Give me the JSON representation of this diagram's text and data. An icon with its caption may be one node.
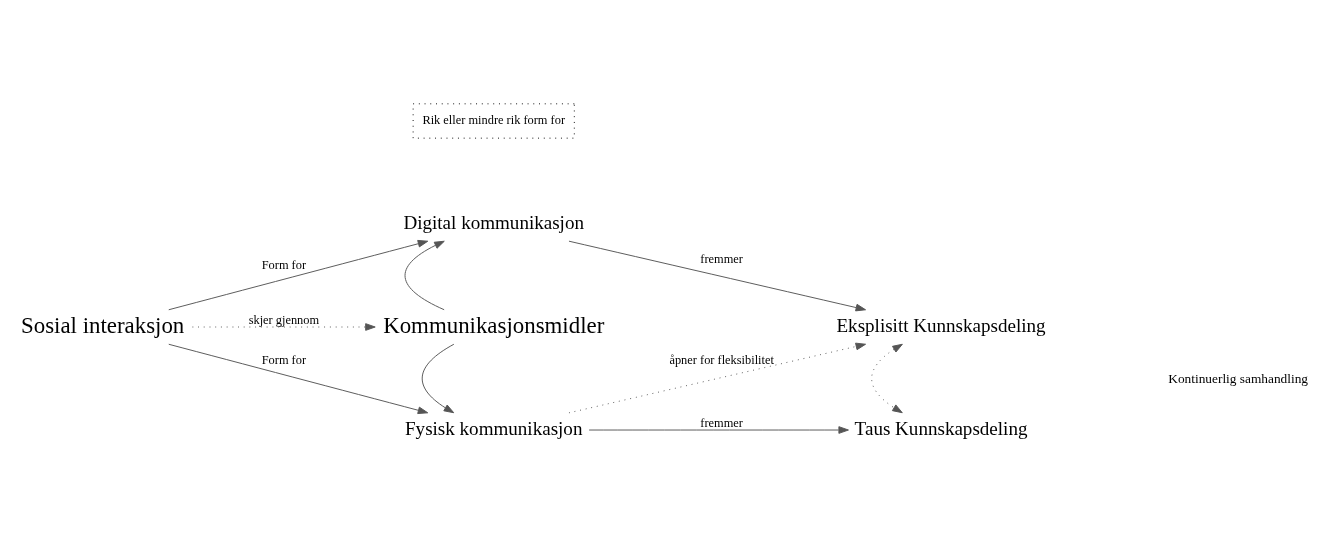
{
  "diagram": {
    "nodes": [
      {
        "text": [
          "Sosial interaksjon"
        ]
      },
      {
        "text": [
          "Digital kommunikasjon"
        ]
      },
      {
        "text": [
          "Rik eller mindre rik form for"
        ]
      },
      {
        "text": [
          "Eksplisitt Kunnskapsdeling"
        ]
      },
      {
        "text": [
          "Kommunikasjonsmidler"
        ]
      },
      {
        "text": [
          "Fysisk kommunikasjon"
        ]
      },
      {
        "text": [
          "Taus Kunnskapsdeling"
        ]
      }
    ],
    "edges": [
      {
        "from": 0,
        "to": 1,
        "arrow": "to",
        "label": "Form for"
      },
      {
        "from": 0,
        "to": 4,
        "arrow": "to",
        "label": "skjer gjennom",
        "style": "dashed"
      },
      {
        "from": 0,
        "to": 5,
        "arrow": "to",
        "label": "Form for"
      },
      {
        "from": 1,
        "to": 3,
        "arrow": "to",
        "label": "fremmer"
      },
      {
        "from": 4,
        "to": 1,
        "arrow": "to"
      },
      {
        "from": 4,
        "to": 5,
        "arrow": "to"
      },
      {
        "from": 5,
        "to": 3,
        "arrow": "to",
        "label": "åpner for fleksibilitet",
        "style": "dashed"
      },
      {
        "from": 3,
        "to": 6,
        "arrow": "both",
        "style": "dashed"
      },
      {
        "from": 5,
        "to": 6,
        "arrow": "to",
        "label": "fremmer"
      }
    ],
    "labels": [
      "Kontinuerlig samhandling"
    ]
  }
}
